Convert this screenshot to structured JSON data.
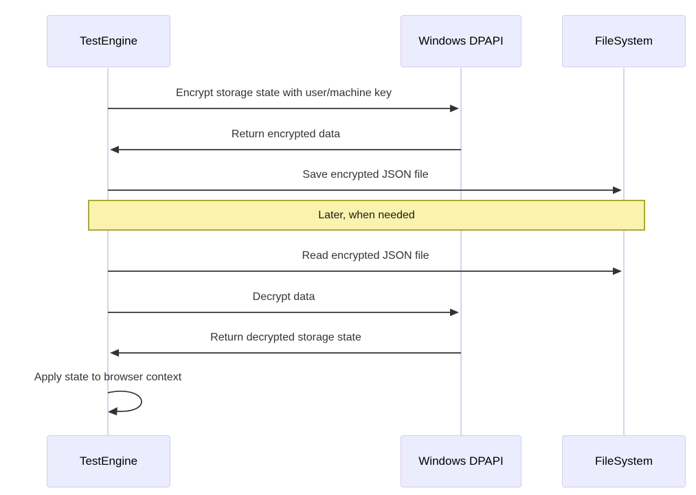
{
  "diagram": {
    "type": "sequence-diagram",
    "actors": [
      {
        "id": "testengine",
        "label": "TestEngine"
      },
      {
        "id": "dpapi",
        "label": "Windows DPAPI"
      },
      {
        "id": "filesystem",
        "label": "FileSystem"
      }
    ],
    "messages": [
      {
        "from": "TestEngine",
        "to": "Windows DPAPI",
        "label": "Encrypt storage state with user/machine key",
        "style": "solid-arrow"
      },
      {
        "from": "Windows DPAPI",
        "to": "TestEngine",
        "label": "Return encrypted data",
        "style": "solid-arrow"
      },
      {
        "from": "TestEngine",
        "to": "FileSystem",
        "label": "Save encrypted JSON file",
        "style": "solid-arrow"
      },
      {
        "from": "TestEngine",
        "to": "FileSystem",
        "label": "Read encrypted JSON file",
        "style": "solid-arrow"
      },
      {
        "from": "TestEngine",
        "to": "Windows DPAPI",
        "label": "Decrypt data",
        "style": "solid-arrow"
      },
      {
        "from": "Windows DPAPI",
        "to": "TestEngine",
        "label": "Return decrypted storage state",
        "style": "solid-arrow"
      },
      {
        "from": "TestEngine",
        "to": "TestEngine",
        "label": "Apply state to browser context",
        "style": "self-loop"
      }
    ],
    "note": {
      "label": "Later, when needed",
      "span": "all-participants"
    },
    "colors": {
      "background": "#FFFFFF",
      "actor_fill": "#ECECFF",
      "actor_border": "#D4CCEE",
      "actor_text": "#000000",
      "lifeline": "#D8D2EE",
      "message_line": "#333333",
      "message_text": "#333333",
      "note_fill": "#FAF3AD",
      "note_border": "#AAAA33",
      "note_text": "#1A1A1A"
    }
  }
}
